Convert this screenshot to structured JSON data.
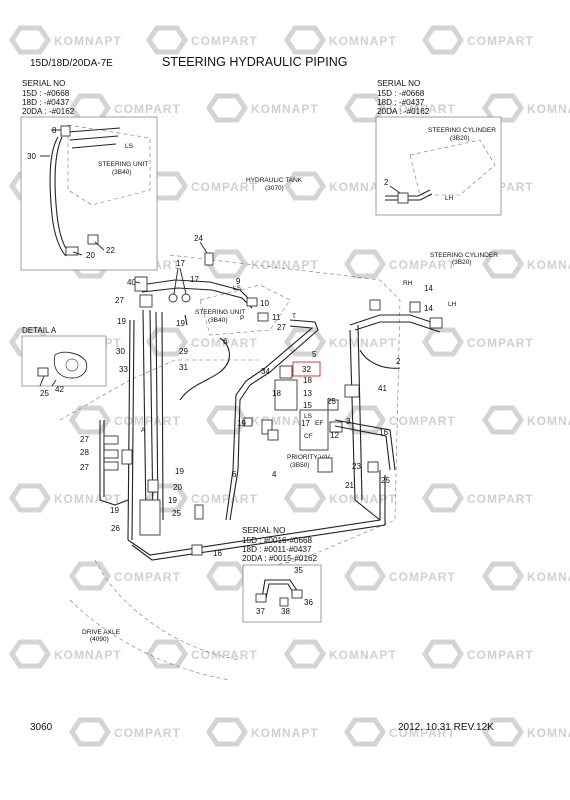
{
  "header": {
    "model": "15D/18D/20DA-7E",
    "title": "STEERING HYDRAULIC PIPING"
  },
  "footer": {
    "page_number": "3060",
    "revision": "2012. 10.31  REV.12K"
  },
  "watermark": {
    "brands": [
      "KOMNAPT",
      "COMPART"
    ],
    "color": "#d4d4d4"
  },
  "serial_left": {
    "heading": "SERIAL NO",
    "lines": [
      "15D : -#0668",
      "18D : -#0437",
      "20DA : -#0162"
    ]
  },
  "serial_right": {
    "heading": "SERIAL NO",
    "lines": [
      "15D : -#0668",
      "18D : -#0437",
      "20DA : -#0162"
    ]
  },
  "serial_bottom": {
    "heading": "SERIAL NO",
    "lines": [
      "15D : #0016-#0668",
      "18D : #0011-#0437",
      "20DA : #0015-#0162"
    ]
  },
  "labels": {
    "steering_unit_top_1": "STEERING UNIT",
    "steering_unit_top_2": "(3B40)",
    "hydraulic_tank_1": "HYDRAULIC TANK",
    "hydraulic_tank_2": "(3070)",
    "steering_cyl_box_1": "STEERING CYLINDER",
    "steering_cyl_box_2": "(3B20)",
    "steering_cyl_main_1": "STEERING CYLINDER",
    "steering_cyl_main_2": "(3B20)",
    "steering_unit_main_1": "STEERING UNIT",
    "steering_unit_main_2": "(3B40)",
    "priority_1": "PRIORITY V/V",
    "priority_2": "(3B50)",
    "drive_axle_1": "DRIVE AXLE",
    "drive_axle_2": "(4090)",
    "detail_a": "DETAIL A",
    "ls": "LS",
    "rh": "RH",
    "lh": "LH",
    "t": "T",
    "p": "P",
    "a": "A",
    "ef": "EF",
    "cf": "CF"
  },
  "callouts": {
    "c8": "8",
    "c30a": "30",
    "c20a": "20",
    "c22": "22",
    "c2a": "2",
    "c24": "24",
    "c17a": "17",
    "c17b": "17",
    "c40": "40",
    "c27a": "27",
    "c19a": "19",
    "c9": "9",
    "c10": "10",
    "c11": "11",
    "c19b": "19",
    "c27b": "27",
    "c6a": "6",
    "c30b": "30",
    "c29": "29",
    "c33": "33",
    "c31": "31",
    "c42": "42",
    "c25a": "25",
    "c14a": "14",
    "c14b": "14",
    "c2b": "2",
    "c5": "5",
    "c34": "34",
    "c32": "32",
    "c18": "18",
    "c13": "13",
    "c41": "41",
    "c15": "15",
    "c25b": "25",
    "c19c": "19",
    "c17c": "17",
    "c3": "3",
    "c12": "12",
    "c16a": "16",
    "c27c": "27",
    "c28": "28",
    "c27d": "27",
    "c4": "4",
    "c19d": "19",
    "c6b": "6",
    "c20b": "20",
    "c19e": "19",
    "c25c": "25",
    "c23": "23",
    "c21": "21",
    "c25d": "25",
    "c19f": "19",
    "c26": "26",
    "c16b": "16",
    "c35": "35",
    "c37": "37",
    "c38": "38",
    "c36": "36"
  }
}
